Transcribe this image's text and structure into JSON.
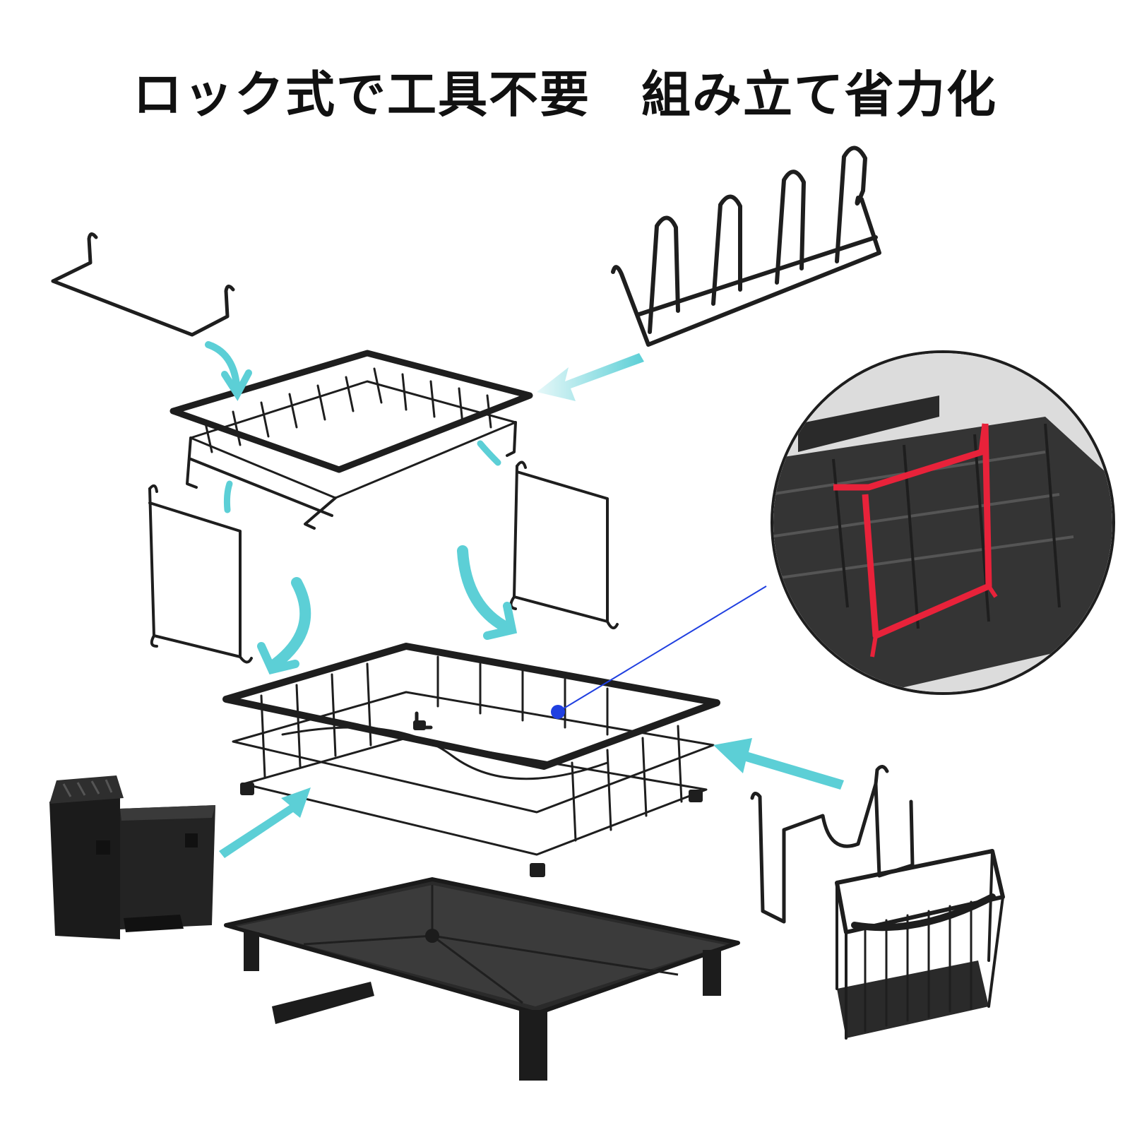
{
  "headline": "ロック式で工具不要　組み立て省力化",
  "colors": {
    "background": "#ffffff",
    "text": "#111111",
    "wire": "#1e1e1e",
    "arrow": "#5ccfd6",
    "callout_line": "#1f3fe0",
    "highlight": "#e8223a"
  },
  "icons": [
    "towel-bar-illustration",
    "cutting-board-holder-illustration",
    "upper-rack-illustration",
    "side-support-illustration",
    "main-basket-illustration",
    "utensil-holder-illustration",
    "drip-tray-illustration",
    "cup-hook-illustration",
    "sponge-basket-illustration",
    "zoom-detail-illustration",
    "assembly-arrow-icon"
  ]
}
